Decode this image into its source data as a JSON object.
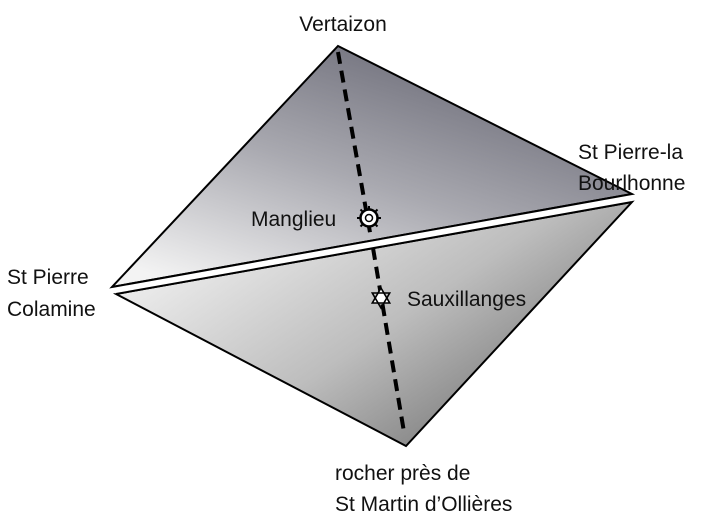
{
  "labels": {
    "top": "Vertaizon",
    "right_line1": "St Pierre-la",
    "right_line2": "Bourlhonne",
    "left_line1": "St Pierre",
    "left_line2": "Colamine",
    "bottom_line1": "rocher près de",
    "bottom_line2": "St Martin d’Ollières",
    "center_upper": "Manglieu",
    "center_lower": "Sauxillanges"
  },
  "icons": {
    "upper_marker": "sun-ring-icon",
    "lower_marker": "six-pointed-star-icon"
  },
  "colors": {
    "upper_gradient_dark": "#6d6d79",
    "upper_gradient_light": "#f2f2f2",
    "lower_gradient_light": "#f4f4f4",
    "lower_gradient_dark": "#6a6a6a",
    "outline": "#000000"
  }
}
